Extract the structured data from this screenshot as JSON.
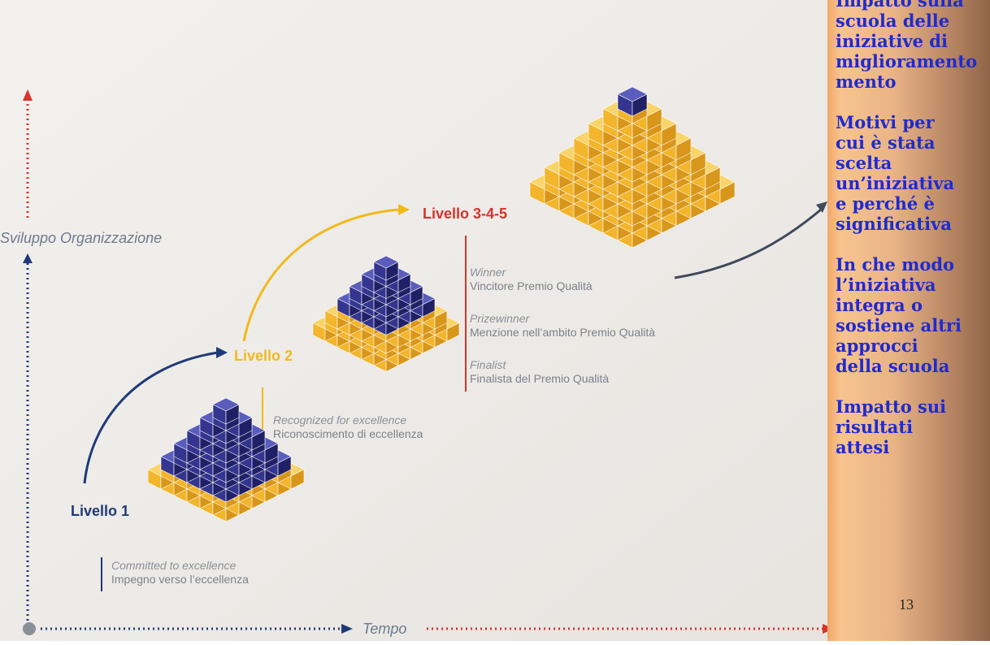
{
  "axes": {
    "y_label": "Sviluppo Organizzazione",
    "x_label": "Tempo"
  },
  "levels": [
    {
      "title": "Livello 1",
      "tiers": [
        {
          "en": "Committed to excellence",
          "it": "Impegno verso l’eccellenza"
        }
      ]
    },
    {
      "title": "Livello 2",
      "tiers": [
        {
          "en": "Recognized for excellence",
          "it": "Riconoscimento di eccellenza"
        }
      ]
    },
    {
      "title": "Livello 3-4-5",
      "tiers": [
        {
          "en": "Winner",
          "it": "Vincitore Premio Qualità"
        },
        {
          "en": "Prizewinner",
          "it": "Menzione nell’ambito Premio Qualità"
        },
        {
          "en": "Finalist",
          "it": "Finalista del Premio Qualità"
        }
      ]
    }
  ],
  "side_panel": {
    "items": [
      "Impatto sulla\nscuola delle\niniziative di\nmiglioramento\nmento",
      "Motivi per\ncui è stata\nscelta\nun’iniziativa\ne perché è\nsignificativa",
      "In che modo\nl’iniziativa\nintegra o\nsostiene altri\napprocci\ndella scuola",
      "Impatto sui\nrisultati\nattesi"
    ]
  },
  "page_number": "13",
  "colors": {
    "navy": "#1f3a78",
    "gold": "#f2b91d",
    "red": "#d6332a",
    "cube_yellow": "#f6c84a",
    "cube_blue": "#33358f"
  }
}
